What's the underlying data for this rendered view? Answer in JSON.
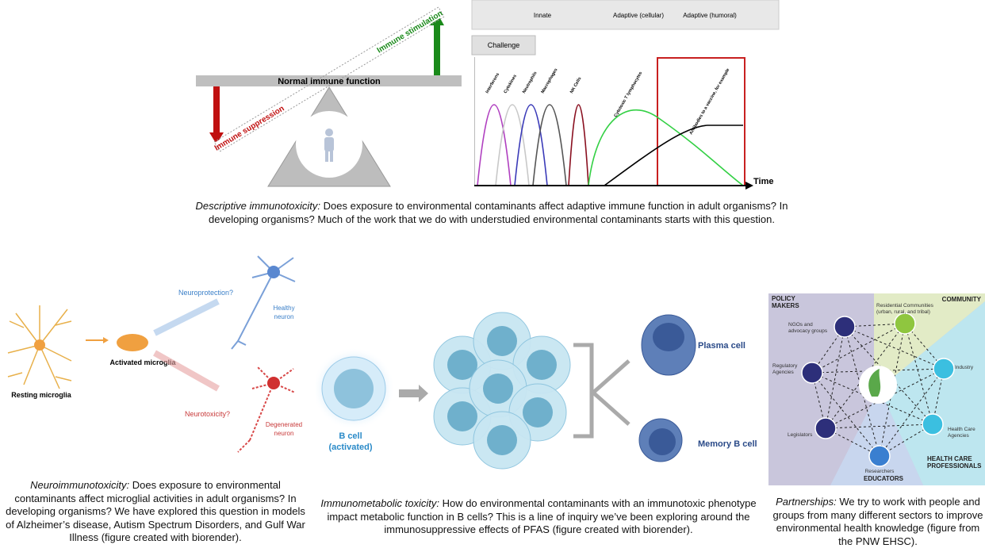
{
  "balance": {
    "beam_label": "Normal immune function",
    "up_label": "Immune stimulation",
    "down_label": "Immune suppression"
  },
  "timeline": {
    "phases": [
      "Innate",
      "Adaptive (cellular)",
      "Adaptive (humoral)"
    ],
    "challenge_label": "Challenge",
    "axis_label": "Time",
    "curves": [
      {
        "label": "Interferons",
        "color": "#b040c0"
      },
      {
        "label": "Cytokines",
        "color": "#c8c8c8"
      },
      {
        "label": "Neutrophils",
        "color": "#3a3ab8"
      },
      {
        "label": "Macrophages",
        "color": "#555555"
      },
      {
        "label": "NK Cells",
        "color": "#8a1020"
      },
      {
        "label": "Cytotoxic T lymphocytes",
        "color": "#33d044"
      },
      {
        "label": "Antibodies to a vaccine, for example",
        "color": "#000000"
      }
    ],
    "highlight_color": "#c82020"
  },
  "captions": {
    "descriptive": {
      "title": "Descriptive immunotoxicity:",
      "text": " Does exposure to environmental contaminants affect adaptive immune function in adult organisms? In developing organisms? Much of the work that we do with understudied environmental contaminants starts with this question."
    },
    "neuro": {
      "title": "Neuroimmunotoxicity:",
      "text": " Does exposure to environmental contaminants affect microglial activities in adult organisms? In developing organisms? We have explored this question in models of Alzheimer’s disease, Autism Spectrum Disorders, and Gulf War Illness (figure created with biorender)."
    },
    "metabolic": {
      "title": "Immunometabolic toxicity:",
      "text": " How do environmental contaminants with an immunotoxic phenotype impact metabolic function in B cells? This is a line of inquiry we’ve been exploring around the immunosuppressive effects of PFAS (figure created with biorender)."
    },
    "partnerships": {
      "title": "Partnerships:",
      "text": " We try to work with people and groups from many different sectors to improve environmental health knowledge (figure from the PNW EHSC)."
    }
  },
  "microglia": {
    "resting": "Resting microglia",
    "activated": "Activated microglia",
    "protection": "Neuroprotection?",
    "toxicity": "Neurotoxicity?",
    "healthy": [
      "Healthy",
      "neuron"
    ],
    "degenerated": [
      "Degenerated",
      "neuron"
    ]
  },
  "bcell": {
    "activated": [
      "B cell",
      "(activated)"
    ],
    "plasma": "Plasma cell",
    "memory": "Memory B cell"
  },
  "partners": {
    "sectors": [
      "POLICY",
      "MAKERS",
      "COMMUNITY",
      "HEALTH CARE",
      "PROFESSIONALS",
      "EDUCATORS"
    ],
    "nodes": [
      "NGOs and",
      "advocacy groups",
      "Residential Communities",
      "(urban, rural, and tribal)",
      "Regulatory",
      "Agencies",
      "Industry",
      "Legislators",
      "Health Care",
      "Agencies",
      "Researchers"
    ]
  }
}
